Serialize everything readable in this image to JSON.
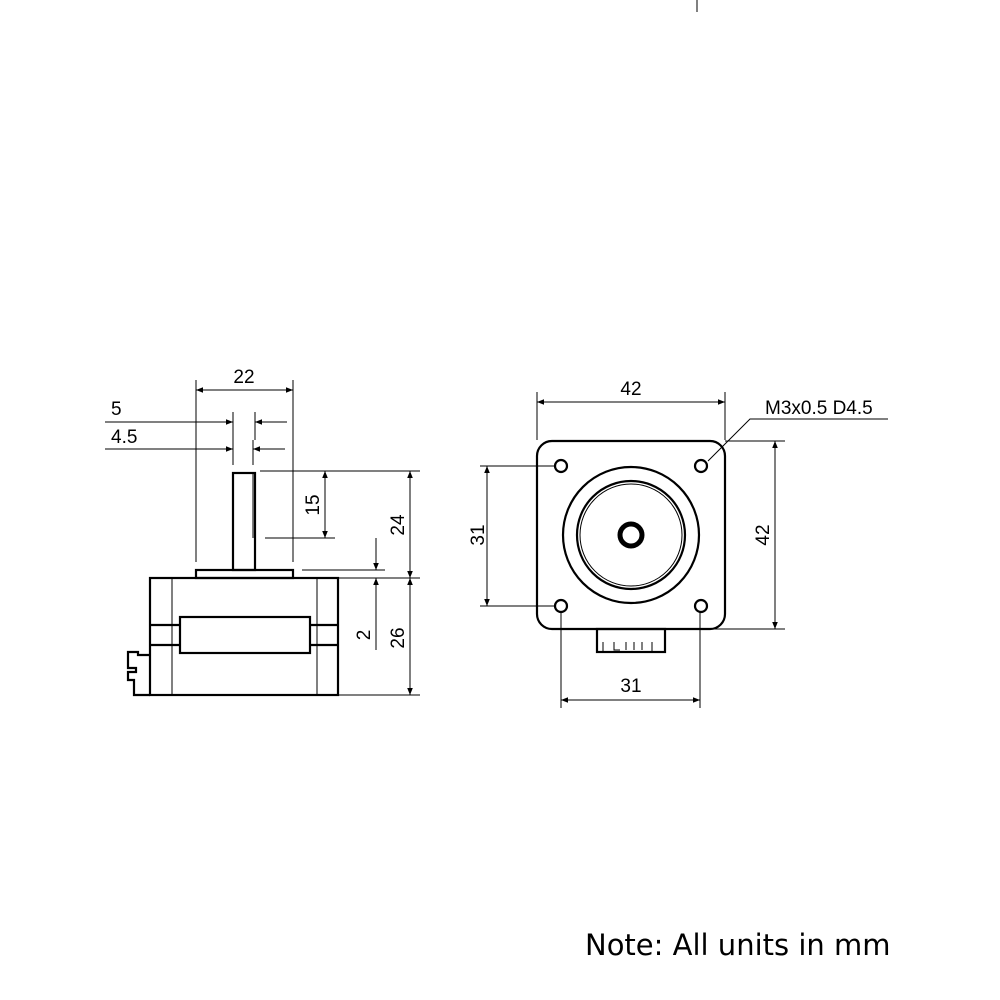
{
  "side_view": {
    "dim_flange_width": "22",
    "dim_shaft_diameter": "5",
    "dim_flat_width": "4.5",
    "dim_flat_length": "15",
    "dim_shaft_length": "24",
    "dim_boss_height": "2",
    "dim_body_length": "26"
  },
  "front_view": {
    "dim_width": "42",
    "dim_height": "42",
    "dim_hole_spacing_vertical": "31",
    "dim_hole_spacing_horizontal": "31",
    "hole_callout": "M3x0.5 D4.5"
  },
  "note": "Note: All units in mm"
}
